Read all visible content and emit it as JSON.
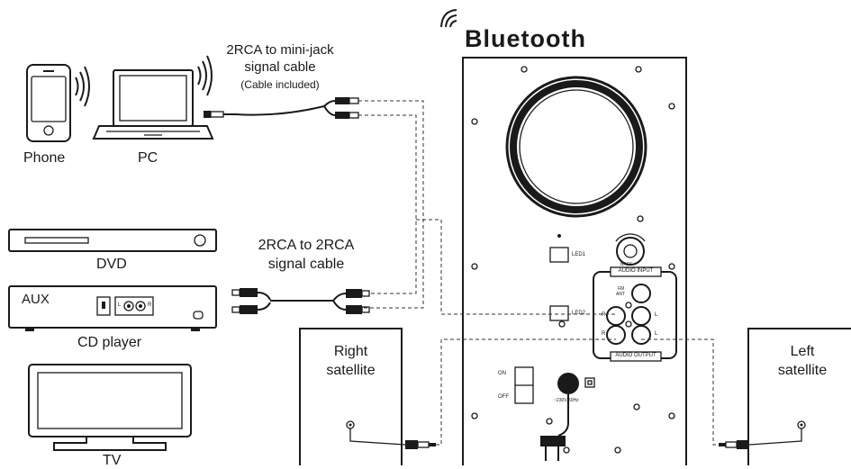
{
  "brand": {
    "title": "Bluetooth"
  },
  "devices": {
    "phone": "Phone",
    "pc": "PC",
    "dvd": "DVD",
    "cd_player": "CD player",
    "aux": "AUX",
    "tv": "TV"
  },
  "cables": {
    "minijack_line1": "2RCA to mini-jack",
    "minijack_line2": "signal cable",
    "minijack_note": "(Cable included)",
    "rca_line1": "2RCA to 2RCA",
    "rca_line2": "signal cable"
  },
  "speakers": {
    "right_line1": "Right",
    "right_line2": "satellite",
    "left_line1": "Left",
    "left_line2": "satellite"
  },
  "panel": {
    "led1": "LED1",
    "led2": "LED2",
    "bass": "BASS",
    "audio_input": "AUDIO INPUT",
    "audio_output": "AUDIO OUTPUT",
    "fm_ant_1": "FM",
    "fm_ant_2": "ANT",
    "r": "R",
    "l": "L",
    "on": "ON",
    "off": "OFF",
    "power": "~230V/50Hz"
  },
  "cd_jack": {
    "l": "L",
    "r": "R"
  }
}
